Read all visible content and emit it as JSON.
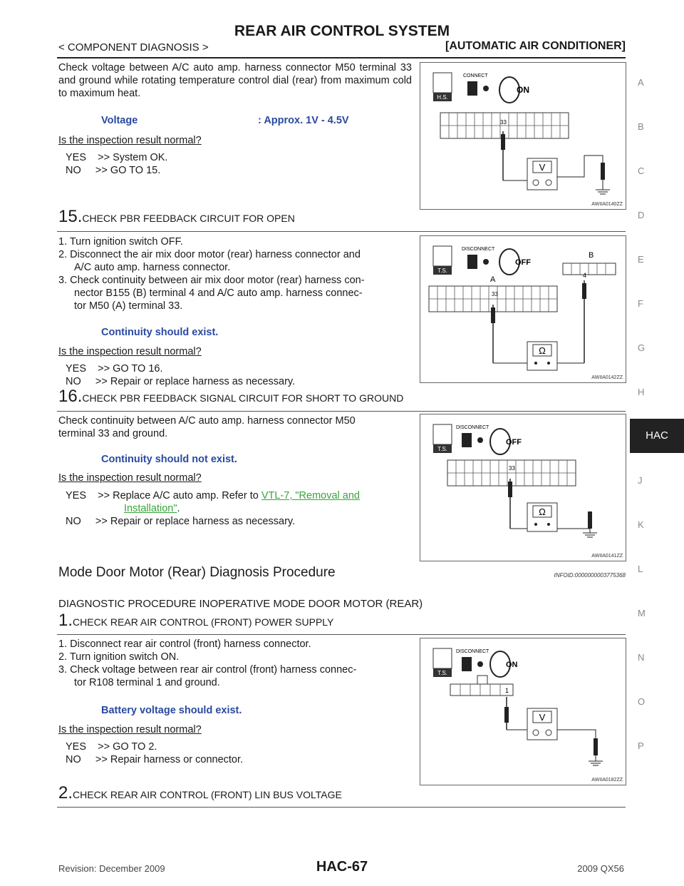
{
  "header": {
    "title": "REAR AIR CONTROL SYSTEM",
    "breadcrumb": "< COMPONENT DIAGNOSIS >",
    "section": "[AUTOMATIC AIR CONDITIONER]"
  },
  "block1": {
    "text": "Check voltage between A/C auto amp. harness connector M50 terminal 33 and ground while rotating temperature control dial (rear) from maximum cold to maximum heat.",
    "spec_label": "Voltage",
    "spec_value": ": Approx. 1V - 4.5V",
    "question": "Is the inspection result normal?",
    "yes": "YES    >> System OK.",
    "no": "NO     >> GO TO 15.",
    "fig_code": "AWIIA0140ZZ",
    "fig_tag": "H.S.",
    "fig_state": "CONNECT",
    "fig_sw": "ON",
    "term": "33",
    "meter": "V"
  },
  "step15": {
    "num": "15.",
    "title": "CHECK PBR FEEDBACK CIRCUIT FOR OPEN",
    "items": [
      "1. Turn ignition switch OFF.",
      "2. Disconnect the air mix door motor (rear) harness connector and",
      "A/C auto amp. harness connector.",
      "3. Check continuity between air mix door motor (rear) harness con-",
      "nector B155 (B) terminal 4 and A/C auto amp. harness connec-",
      "tor M50 (A) terminal 33."
    ],
    "spec": "Continuity should exist.",
    "question": "Is the inspection result normal?",
    "yes": "YES    >> GO TO 16.",
    "no": "NO     >> Repair or replace harness as necessary.",
    "fig_code": "AWIIA0142ZZ",
    "fig_tag": "T.S.",
    "fig_state": "DISCONNECT",
    "fig_sw": "OFF",
    "conn_a": "A",
    "conn_b": "B",
    "term_a": "33",
    "term_b": "4",
    "meter": "Ω"
  },
  "step16": {
    "num": "16.",
    "title": "CHECK PBR FEEDBACK SIGNAL CIRCUIT FOR SHORT TO GROUND",
    "text1": "Check continuity between A/C auto amp. harness connector M50",
    "text2": "terminal 33 and ground.",
    "spec": "Continuity should not exist.",
    "question": "Is the inspection result normal?",
    "yes_prefix": "YES    >> Replace A/C auto amp. Refer to ",
    "link1": "VTL-7, \"Removal and",
    "link2": "Installation\"",
    "link_end": ".",
    "no": "NO     >> Repair or replace harness as necessary.",
    "fig_code": "AWIIA0141ZZ",
    "fig_tag": "T.S.",
    "fig_state": "DISCONNECT",
    "fig_sw": "OFF",
    "term": "33",
    "meter": "Ω"
  },
  "mode": {
    "heading": "Mode Door Motor (Rear) Diagnosis Procedure",
    "infoid": "INFOID:0000000003775368",
    "subheading": "DIAGNOSTIC PROCEDURE INOPERATIVE MODE DOOR MOTOR (REAR)"
  },
  "step1": {
    "num": "1.",
    "title": "CHECK REAR AIR CONTROL (FRONT) POWER SUPPLY",
    "items": [
      "1. Disconnect rear air control (front) harness connector.",
      "2. Turn ignition switch ON.",
      "3. Check voltage between rear air control (front) harness connec-",
      "tor R108 terminal 1 and ground."
    ],
    "spec": "Battery voltage should exist.",
    "question": "Is the inspection result normal?",
    "yes": "YES    >> GO TO 2.",
    "no": "NO     >> Repair harness or connector.",
    "fig_code": "AWIIA0182ZZ",
    "fig_tag": "T.S.",
    "fig_state": "DISCONNECT",
    "fig_sw": "ON",
    "term": "1",
    "meter": "V"
  },
  "step2": {
    "num": "2.",
    "title": "CHECK REAR AIR CONTROL (FRONT) LIN BUS VOLTAGE"
  },
  "side_tabs": [
    "A",
    "B",
    "C",
    "D",
    "E",
    "F",
    "G",
    "H",
    "HAC",
    "J",
    "K",
    "L",
    "M",
    "N",
    "O",
    "P"
  ],
  "footer": {
    "revision": "Revision: December 2009",
    "page": "HAC-67",
    "model": "2009 QX56"
  }
}
